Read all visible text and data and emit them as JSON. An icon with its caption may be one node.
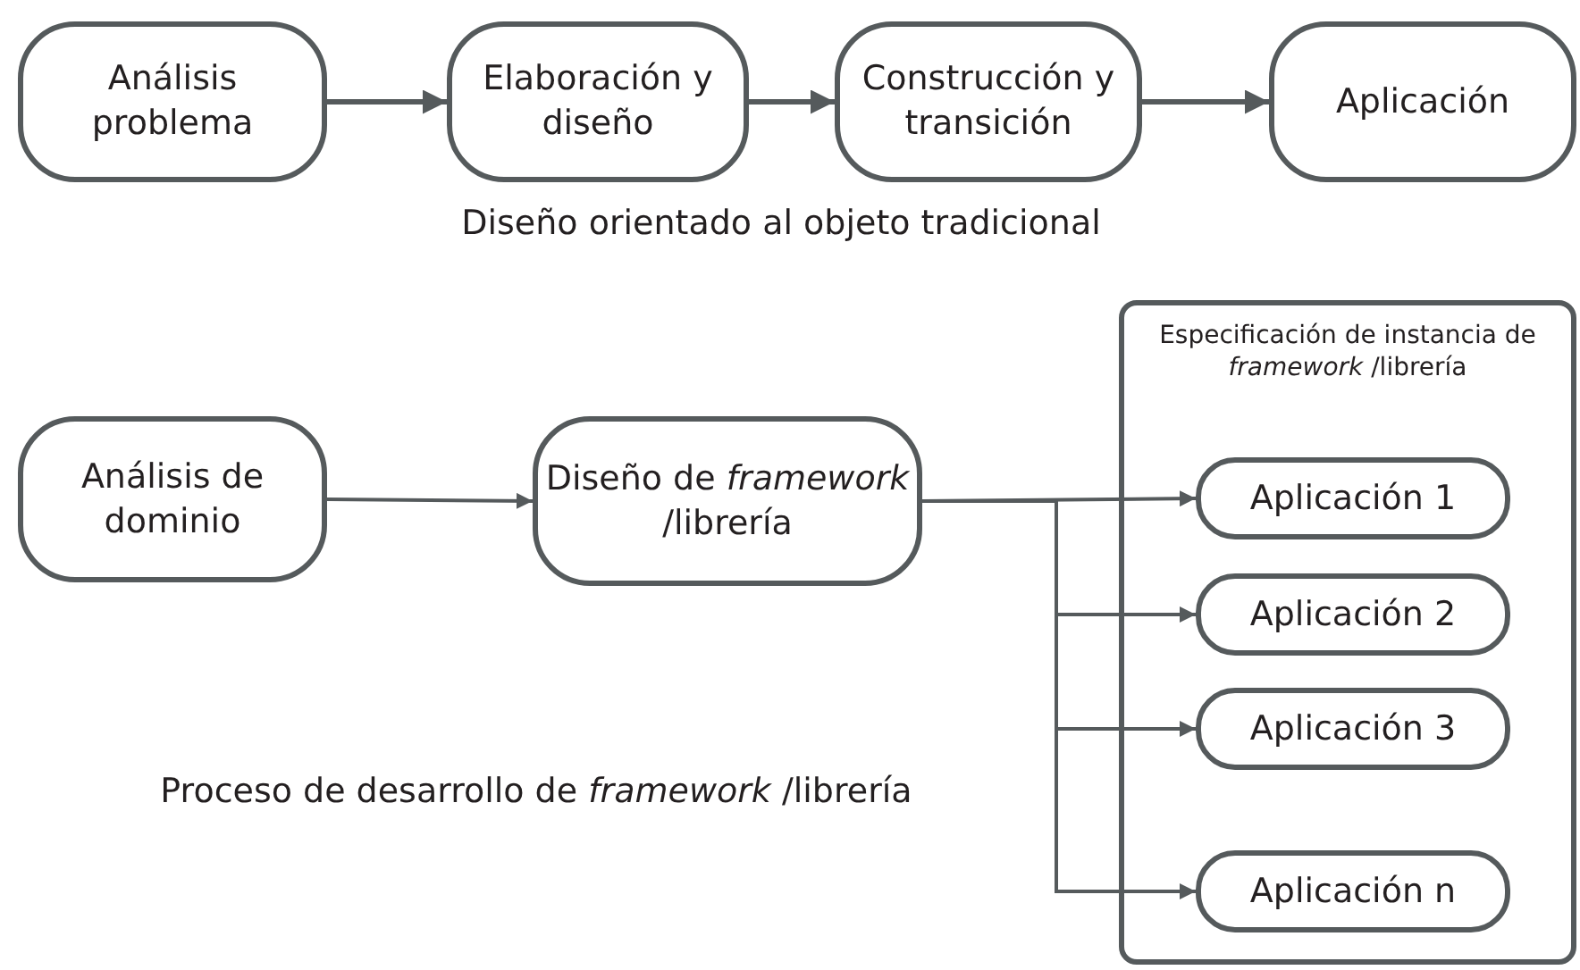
{
  "diagram": {
    "nodes": [
      {
        "text": [
          "Análisis problema"
        ]
      },
      {
        "text": [
          "Elaboración y diseño"
        ]
      },
      {
        "text": [
          "Construcción y transición"
        ]
      },
      {
        "text": [
          "Aplicación"
        ]
      },
      {
        "text": [
          "Análisis de dominio"
        ]
      },
      {
        "text": [
          "Diseño de *framework* /librería"
        ]
      },
      {
        "text": [
          "Especificación de instancia de *framework* /librería"
        ]
      },
      {
        "text": [
          "Aplicación 1"
        ],
        "in": 6
      },
      {
        "text": [
          "Aplicación 2"
        ],
        "in": 6
      },
      {
        "text": [
          "Aplicación 3"
        ],
        "in": 6
      },
      {
        "text": [
          "Aplicación n"
        ],
        "in": 6
      }
    ],
    "edges": [
      {
        "from": 0,
        "to": 1,
        "arrow": "to"
      },
      {
        "from": 1,
        "to": 2,
        "arrow": "to"
      },
      {
        "from": 2,
        "to": 3,
        "arrow": "to"
      },
      {
        "from": 4,
        "to": 5,
        "arrow": "to"
      },
      {
        "from": 5,
        "to": 7,
        "arrow": "to"
      },
      {
        "from": 5,
        "to": 8,
        "arrow": "to"
      },
      {
        "from": 5,
        "to": 9,
        "arrow": "to"
      },
      {
        "from": 5,
        "to": 10,
        "arrow": "to"
      }
    ],
    "labels": [
      "Diseño orientado al objeto tradicional",
      "Proceso de desarrollo de *framework* /librería"
    ]
  }
}
